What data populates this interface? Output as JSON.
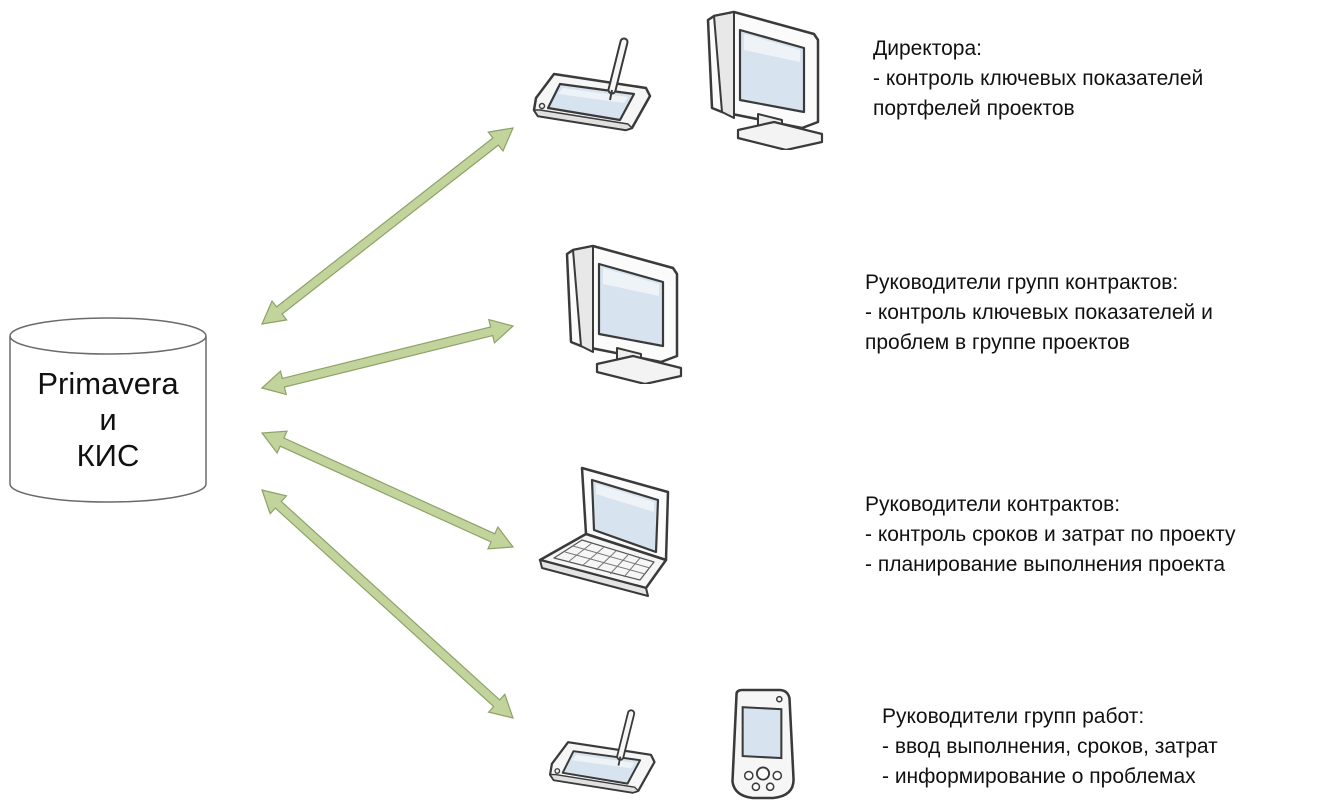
{
  "colors": {
    "arrow_fill": "#c2d39b",
    "arrow_stroke": "#8ea267",
    "screen_fill": "#d8e4f0",
    "device_fill": "#f4f4f4",
    "device_stroke": "#3a3a3a"
  },
  "database": {
    "icon": "database-cylinder-icon",
    "line1": "Primavera",
    "line2": "и",
    "line3": "КИС"
  },
  "groups": [
    {
      "devices": [
        "tablet-with-stylus-icon",
        "monitor-icon"
      ],
      "title": "Директора:",
      "lines": [
        "- контроль ключевых показателей",
        "портфелей проектов"
      ]
    },
    {
      "devices": [
        "monitor-icon"
      ],
      "title": "Руководители групп контрактов:",
      "lines": [
        "- контроль ключевых показателей и",
        "проблем в группе проектов"
      ]
    },
    {
      "devices": [
        "laptop-icon"
      ],
      "title": "Руководители контрактов:",
      "lines": [
        "- контроль сроков и затрат по проекту",
        "- планирование выполнения проекта"
      ]
    },
    {
      "devices": [
        "tablet-with-stylus-icon",
        "pda-icon"
      ],
      "title": "Руководители групп работ:",
      "lines": [
        "- ввод выполнения, сроков, затрат",
        "- информирование о проблемах"
      ]
    }
  ]
}
